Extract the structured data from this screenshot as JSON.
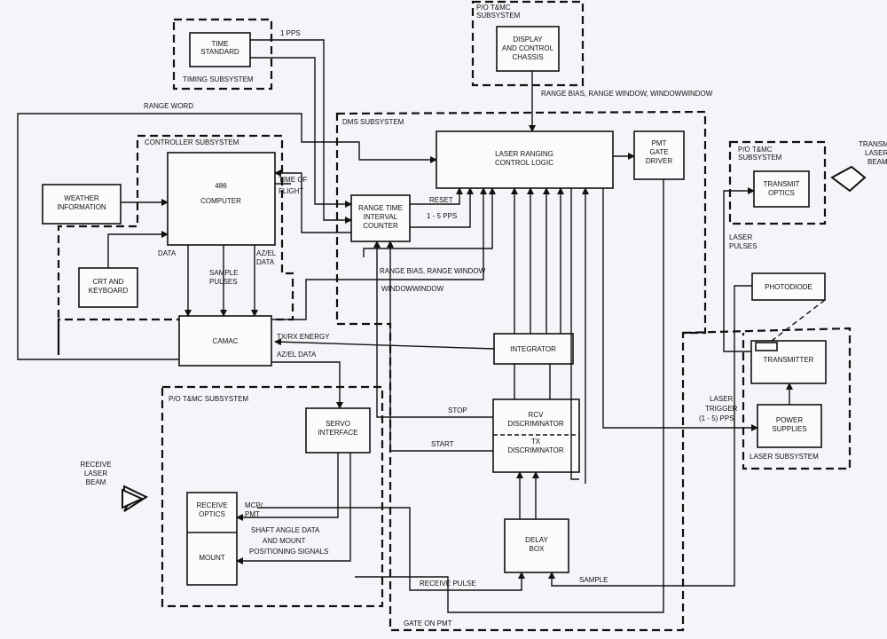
{
  "subsystems": {
    "timing": "TIMING SUBSYSTEM",
    "po_tmc_top": [
      "P/O T&MC",
      "SUBSYSTEM"
    ],
    "dms": "DMS SUBSYSTEM",
    "controller": "CONTROLLER SUBSYSTEM",
    "po_tmc_right": [
      "P/O T&MC",
      "SUBSYSTEM"
    ],
    "po_tmc_bottom": "P/O T&MC SUBSYSTEM",
    "laser": "LASER SUBSYSTEM"
  },
  "blocks": {
    "time_standard": [
      "TIME",
      "STANDARD"
    ],
    "display_control": [
      "DISPLAY",
      "AND CONTROL",
      "CHASSIS"
    ],
    "laser_ranging": [
      "LASER RANGING",
      "CONTROL LOGIC"
    ],
    "pmt_gate": [
      "PMT",
      "GATE",
      "DRIVER"
    ],
    "transmit_optics": [
      "TRANSMIT",
      "OPTICS"
    ],
    "weather": [
      "WEATHER",
      "INFORMATION"
    ],
    "computer": [
      "486",
      "COMPUTER"
    ],
    "range_time": [
      "RANGE TIME",
      "INTERVAL",
      "COUNTER"
    ],
    "crt": [
      "CRT AND",
      "KEYBOARD"
    ],
    "photodiode": "PHOTODIODE",
    "camac": "CAMAC",
    "integrator": "INTEGRATOR",
    "transmitter": "TRANSMITTER",
    "rcv_disc": [
      "RCV",
      "DISCRIMINATOR"
    ],
    "tx_disc": [
      "TX",
      "DISCRIMINATOR"
    ],
    "power_supplies": [
      "POWER",
      "SUPPLIES"
    ],
    "servo": [
      "SERVO",
      "INTERFACE"
    ],
    "receive_optics": [
      "RECEIVE",
      "OPTICS"
    ],
    "mount": "MOUNT",
    "mcp_pmt": [
      "MCP/",
      "PMT"
    ],
    "delay_box": [
      "DELAY",
      "BOX"
    ]
  },
  "signals": {
    "pps1": "1 PPS",
    "range_bias_top": "RANGE BIAS, RANGE WINDOW, WINDOWWINDOW",
    "range_word": "RANGE WORD",
    "time_of_flight": [
      "TIME OF",
      "FLIGHT"
    ],
    "reset": "RESET",
    "pps_1_5": "1 - 5 PPS",
    "data": "DATA",
    "sample_pulses": [
      "SAMPLE",
      "PULSES"
    ],
    "azel_data": [
      "AZ/EL",
      "DATA"
    ],
    "range_bias_mid": "RANGE BIAS, RANGE WINDOW",
    "windowwindow": "WINDOWWINDOW",
    "txrx_energy": "TX/RX ENERGY",
    "azel_data2": "AZ/EL DATA",
    "stop": "STOP",
    "start": "START",
    "laser_pulses": [
      "LASER",
      "PULSES"
    ],
    "laser_trigger": [
      "LASER",
      "TRIGGER",
      "(1 - 5) PPS"
    ],
    "receive_laser_beam": [
      "RECEIVE",
      "LASER",
      "BEAM"
    ],
    "transmit_laser_beam": [
      "TRANSMIT",
      "LASER",
      "BEAM"
    ],
    "shaft_angle": [
      "SHAFT ANGLE DATA",
      "AND MOUNT",
      "POSITIONING SIGNALS"
    ],
    "receive_pulse": "RECEIVE PULSE",
    "sample": "SAMPLE",
    "gate_on_pmt": "GATE ON PMT"
  }
}
